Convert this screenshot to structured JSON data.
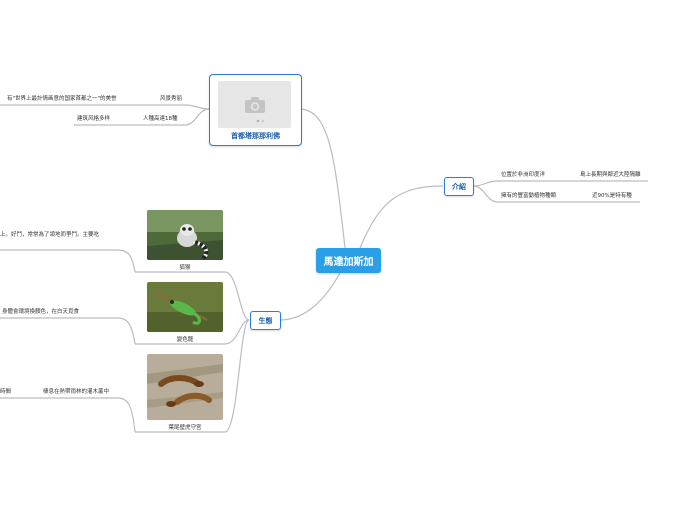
{
  "central": {
    "title": "馬達加斯加"
  },
  "intro": {
    "label": "介紹",
    "items": [
      {
        "text": "位置於非洲印度洋",
        "detail": "島上長期與鄰近大陸隔離"
      },
      {
        "text": "擁有的豐富動植物種類",
        "detail": "近90%是特有種"
      }
    ]
  },
  "capital": {
    "label": "首都塔那那利佛",
    "items": [
      {
        "text": "风景秀丽",
        "detail": "有\"世界上最計情画意的国家首都之一\"的美誉"
      },
      {
        "text": "人種高達18種",
        "detail": "建筑风格多样"
      }
    ]
  },
  "ecology": {
    "label": "生態",
    "animals": [
      {
        "name": "狐猴",
        "desc": "上。好鬥，常常為了領地而爭鬥。主要吃",
        "desc2": ""
      },
      {
        "name": "變色龍",
        "desc": "身體會環境換顏色，在白天覓食"
      },
      {
        "name": "葉尾壁虎守宮",
        "desc": "棲息在熱帶雨林的灌木叢中",
        "desc2": "時間"
      }
    ]
  },
  "colors": {
    "accent": "#2a9fe8",
    "border": "#2a7fd0",
    "line": "#b9bcc4"
  },
  "icons": [
    "camera-icon"
  ]
}
